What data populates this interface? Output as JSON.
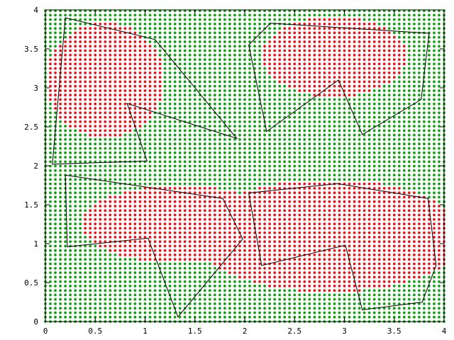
{
  "chart_data": {
    "type": "scatter",
    "xlim": [
      0,
      4
    ],
    "ylim": [
      0,
      4
    ],
    "x_ticks": [
      "0",
      "0.5",
      "1",
      "1.5",
      "2",
      "2.5",
      "3",
      "3.5",
      "4"
    ],
    "y_ticks": [
      "0",
      "0.5",
      "1",
      "1.5",
      "2",
      "2.5",
      "3",
      "3.5",
      "4"
    ],
    "grid": false,
    "colors": {
      "inside": "#e8141a",
      "outside": "#10a010",
      "polygon": "#000000"
    },
    "point_grid": {
      "nx": 80,
      "ny": 70,
      "x_step": 0.05,
      "y_step": 0.057
    },
    "inside_regions": [
      {
        "cx": 0.6,
        "cy": 3.1,
        "rx": 0.6,
        "ry": 0.73
      },
      {
        "cx": 2.9,
        "cy": 3.4,
        "rx": 0.73,
        "ry": 0.52
      },
      {
        "cx": 1.35,
        "cy": 1.25,
        "rx": 1.0,
        "ry": 0.5
      },
      {
        "cx": 2.85,
        "cy": 1.1,
        "rx": 1.35,
        "ry": 0.72
      },
      {
        "cx": 2.0,
        "cy": 1.25,
        "rx": 0.6,
        "ry": 0.35
      }
    ],
    "polygons": [
      [
        [
          0.2,
          3.9
        ],
        [
          1.1,
          3.62
        ],
        [
          1.92,
          2.35
        ],
        [
          0.82,
          2.8
        ],
        [
          1.02,
          2.06
        ],
        [
          0.07,
          2.02
        ]
      ],
      [
        [
          2.26,
          3.83
        ],
        [
          3.85,
          3.7
        ],
        [
          3.77,
          2.85
        ],
        [
          3.18,
          2.4
        ],
        [
          2.94,
          3.1
        ],
        [
          2.22,
          2.44
        ],
        [
          2.04,
          3.55
        ]
      ],
      [
        [
          0.2,
          1.88
        ],
        [
          1.78,
          1.58
        ],
        [
          1.98,
          1.06
        ],
        [
          1.33,
          0.06
        ],
        [
          1.03,
          1.07
        ],
        [
          0.22,
          0.96
        ]
      ],
      [
        [
          2.04,
          1.65
        ],
        [
          2.93,
          1.77
        ],
        [
          3.84,
          1.58
        ],
        [
          3.92,
          0.72
        ],
        [
          3.78,
          0.25
        ],
        [
          3.18,
          0.15
        ],
        [
          3.01,
          0.98
        ],
        [
          2.17,
          0.72
        ]
      ]
    ]
  }
}
